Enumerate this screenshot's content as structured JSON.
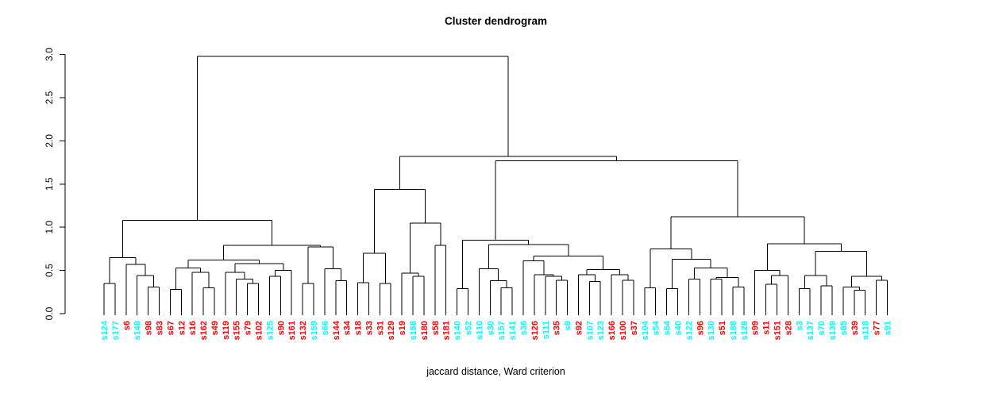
{
  "title": "Cluster dendrogram",
  "caption": "jaccard distance, Ward criterion",
  "colors": {
    "red": "#ff0000",
    "cyan": "#00ffff",
    "line": "#000000"
  },
  "chart_data": {
    "type": "dendrogram",
    "title": "Cluster dendrogram",
    "xlabel": "jaccard distance, Ward criterion",
    "ylabel": "",
    "ylim": [
      0,
      3
    ],
    "y_ticks": [
      {
        "v": 0.0,
        "label": "0.0"
      },
      {
        "v": 0.5,
        "label": "0.5"
      },
      {
        "v": 1.0,
        "label": "1.0"
      },
      {
        "v": 1.5,
        "label": "1.5"
      },
      {
        "v": 2.0,
        "label": "2.0"
      },
      {
        "v": 2.5,
        "label": "2.5"
      },
      {
        "v": 3.0,
        "label": "3.0"
      }
    ],
    "leaves": [
      {
        "label": "s124",
        "color": "cyan"
      },
      {
        "label": "s177",
        "color": "cyan"
      },
      {
        "label": "s6",
        "color": "red"
      },
      {
        "label": "s148",
        "color": "cyan"
      },
      {
        "label": "s98",
        "color": "red"
      },
      {
        "label": "s83",
        "color": "red"
      },
      {
        "label": "s67",
        "color": "red"
      },
      {
        "label": "s12",
        "color": "red"
      },
      {
        "label": "s16",
        "color": "red"
      },
      {
        "label": "s162",
        "color": "red"
      },
      {
        "label": "s49",
        "color": "red"
      },
      {
        "label": "s119",
        "color": "red"
      },
      {
        "label": "s155",
        "color": "red"
      },
      {
        "label": "s79",
        "color": "red"
      },
      {
        "label": "s102",
        "color": "red"
      },
      {
        "label": "s125",
        "color": "cyan"
      },
      {
        "label": "s90",
        "color": "red"
      },
      {
        "label": "s161",
        "color": "red"
      },
      {
        "label": "s132",
        "color": "red"
      },
      {
        "label": "s159",
        "color": "cyan"
      },
      {
        "label": "s66",
        "color": "cyan"
      },
      {
        "label": "s144",
        "color": "red"
      },
      {
        "label": "s34",
        "color": "red"
      },
      {
        "label": "s18",
        "color": "red"
      },
      {
        "label": "s33",
        "color": "red"
      },
      {
        "label": "s31",
        "color": "red"
      },
      {
        "label": "s129",
        "color": "red"
      },
      {
        "label": "s19",
        "color": "red"
      },
      {
        "label": "s158",
        "color": "cyan"
      },
      {
        "label": "s180",
        "color": "red"
      },
      {
        "label": "s58",
        "color": "red"
      },
      {
        "label": "s181",
        "color": "red"
      },
      {
        "label": "s140",
        "color": "cyan"
      },
      {
        "label": "s52",
        "color": "cyan"
      },
      {
        "label": "s110",
        "color": "cyan"
      },
      {
        "label": "s30",
        "color": "cyan"
      },
      {
        "label": "s157",
        "color": "cyan"
      },
      {
        "label": "s141",
        "color": "cyan"
      },
      {
        "label": "s36",
        "color": "cyan"
      },
      {
        "label": "s126",
        "color": "red"
      },
      {
        "label": "s111",
        "color": "cyan"
      },
      {
        "label": "s35",
        "color": "red"
      },
      {
        "label": "s9",
        "color": "cyan"
      },
      {
        "label": "s92",
        "color": "red"
      },
      {
        "label": "s107",
        "color": "cyan"
      },
      {
        "label": "s123",
        "color": "cyan"
      },
      {
        "label": "s166",
        "color": "red"
      },
      {
        "label": "s100",
        "color": "red"
      },
      {
        "label": "s37",
        "color": "red"
      },
      {
        "label": "s104",
        "color": "cyan"
      },
      {
        "label": "s54",
        "color": "cyan"
      },
      {
        "label": "s64",
        "color": "cyan"
      },
      {
        "label": "s40",
        "color": "cyan"
      },
      {
        "label": "s122",
        "color": "cyan"
      },
      {
        "label": "s96",
        "color": "red"
      },
      {
        "label": "s130",
        "color": "cyan"
      },
      {
        "label": "s51",
        "color": "red"
      },
      {
        "label": "s188",
        "color": "cyan"
      },
      {
        "label": "s128",
        "color": "cyan"
      },
      {
        "label": "s99",
        "color": "red"
      },
      {
        "label": "s11",
        "color": "red"
      },
      {
        "label": "s151",
        "color": "red"
      },
      {
        "label": "s28",
        "color": "red"
      },
      {
        "label": "s3",
        "color": "cyan"
      },
      {
        "label": "s137",
        "color": "cyan"
      },
      {
        "label": "s70",
        "color": "cyan"
      },
      {
        "label": "s139",
        "color": "cyan"
      },
      {
        "label": "s85",
        "color": "cyan"
      },
      {
        "label": "s39",
        "color": "red"
      },
      {
        "label": "s118",
        "color": "cyan"
      },
      {
        "label": "s77",
        "color": "red"
      },
      {
        "label": "s91",
        "color": "cyan"
      }
    ],
    "tree": {
      "h": 2.98,
      "c": [
        {
          "h": 1.08,
          "c": [
            {
              "h": 0.65,
              "c": [
                {
                  "h": 0.35,
                  "c": [
                    "s124",
                    "s177"
                  ]
                },
                {
                  "h": 0.57,
                  "c": [
                    "s6",
                    {
                      "h": 0.44,
                      "c": [
                        "s148",
                        {
                          "h": 0.31,
                          "c": [
                            "s98",
                            "s83"
                          ]
                        }
                      ]
                    }
                  ]
                }
              ]
            },
            {
              "h": 0.79,
              "c": [
                {
                  "h": 0.62,
                  "c": [
                    {
                      "h": 0.53,
                      "c": [
                        {
                          "h": 0.28,
                          "c": [
                            "s67",
                            "s12"
                          ]
                        },
                        {
                          "h": 0.48,
                          "c": [
                            "s16",
                            {
                              "h": 0.3,
                              "c": [
                                "s162",
                                "s49"
                              ]
                            }
                          ]
                        }
                      ]
                    },
                    {
                      "h": 0.58,
                      "c": [
                        {
                          "h": 0.48,
                          "c": [
                            "s119",
                            {
                              "h": 0.4,
                              "c": [
                                "s155",
                                {
                                  "h": 0.35,
                                  "c": [
                                    "s79",
                                    "s102"
                                  ]
                                }
                              ]
                            }
                          ]
                        },
                        {
                          "h": 0.5,
                          "c": [
                            {
                              "h": 0.43,
                              "c": [
                                "s125",
                                "s90"
                              ]
                            },
                            "s161"
                          ]
                        }
                      ]
                    }
                  ]
                },
                {
                  "h": 0.77,
                  "c": [
                    {
                      "h": 0.35,
                      "c": [
                        "s132",
                        "s159"
                      ]
                    },
                    {
                      "h": 0.52,
                      "c": [
                        "s66",
                        {
                          "h": 0.38,
                          "c": [
                            "s144",
                            "s34"
                          ]
                        }
                      ]
                    }
                  ]
                }
              ]
            }
          ]
        },
        {
          "h": 1.82,
          "c": [
            {
              "h": 1.44,
              "c": [
                {
                  "h": 0.7,
                  "c": [
                    {
                      "h": 0.36,
                      "c": [
                        "s18",
                        "s33"
                      ]
                    },
                    {
                      "h": 0.35,
                      "c": [
                        "s31",
                        "s129"
                      ]
                    }
                  ]
                },
                {
                  "h": 1.05,
                  "c": [
                    {
                      "h": 0.47,
                      "c": [
                        "s19",
                        {
                          "h": 0.43,
                          "c": [
                            "s158",
                            "s180"
                          ]
                        }
                      ]
                    },
                    {
                      "h": 0.79,
                      "c": [
                        "s58",
                        "s181"
                      ]
                    }
                  ]
                }
              ]
            },
            {
              "h": 1.77,
              "c": [
                {
                  "h": 0.85,
                  "c": [
                    {
                      "h": 0.29,
                      "c": [
                        "s140",
                        "s52"
                      ]
                    },
                    {
                      "h": 0.8,
                      "c": [
                        {
                          "h": 0.52,
                          "c": [
                            "s110",
                            {
                              "h": 0.38,
                              "c": [
                                "s30",
                                {
                                  "h": 0.3,
                                  "c": [
                                    "s157",
                                    "s141"
                                  ]
                                }
                              ]
                            }
                          ]
                        },
                        {
                          "h": 0.665,
                          "c": [
                            {
                              "h": 0.61,
                              "c": [
                                "s36",
                                {
                                  "h": 0.45,
                                  "c": [
                                    "s126",
                                    {
                                      "h": 0.43,
                                      "c": [
                                        "s111",
                                        {
                                          "h": 0.385,
                                          "c": [
                                            "s35",
                                            "s9"
                                          ]
                                        }
                                      ]
                                    }
                                  ]
                                }
                              ]
                            },
                            {
                              "h": 0.51,
                              "c": [
                                {
                                  "h": 0.45,
                                  "c": [
                                    "s92",
                                    {
                                      "h": 0.37,
                                      "c": [
                                        "s107",
                                        "s123"
                                      ]
                                    }
                                  ]
                                },
                                {
                                  "h": 0.45,
                                  "c": [
                                    "s166",
                                    {
                                      "h": 0.385,
                                      "c": [
                                        "s100",
                                        "s37"
                                      ]
                                    }
                                  ]
                                }
                              ]
                            }
                          ]
                        }
                      ]
                    }
                  ]
                },
                {
                  "h": 1.12,
                  "c": [
                    {
                      "h": 0.75,
                      "c": [
                        {
                          "h": 0.3,
                          "c": [
                            "s104",
                            "s54"
                          ]
                        },
                        {
                          "h": 0.63,
                          "c": [
                            {
                              "h": 0.29,
                              "c": [
                                "s64",
                                "s40"
                              ]
                            },
                            {
                              "h": 0.53,
                              "c": [
                                {
                                  "h": 0.4,
                                  "c": [
                                    "s122",
                                    "s96"
                                  ]
                                },
                                {
                                  "h": 0.42,
                                  "c": [
                                    {
                                      "h": 0.4,
                                      "c": [
                                        "s130",
                                        "s51"
                                      ]
                                    },
                                    {
                                      "h": 0.31,
                                      "c": [
                                        "s188",
                                        "s128"
                                      ]
                                    }
                                  ]
                                }
                              ]
                            }
                          ]
                        }
                      ]
                    },
                    {
                      "h": 0.81,
                      "c": [
                        {
                          "h": 0.5,
                          "c": [
                            "s99",
                            {
                              "h": 0.44,
                              "c": [
                                {
                                  "h": 0.34,
                                  "c": [
                                    "s11",
                                    "s151"
                                  ]
                                },
                                "s28"
                              ]
                            }
                          ]
                        },
                        {
                          "h": 0.72,
                          "c": [
                            {
                              "h": 0.44,
                              "c": [
                                {
                                  "h": 0.29,
                                  "c": [
                                    "s3",
                                    "s137"
                                  ]
                                },
                                {
                                  "h": 0.32,
                                  "c": [
                                    "s70",
                                    "s139"
                                  ]
                                }
                              ]
                            },
                            {
                              "h": 0.43,
                              "c": [
                                {
                                  "h": 0.31,
                                  "c": [
                                    "s85",
                                    {
                                      "h": 0.27,
                                      "c": [
                                        "s39",
                                        "s118"
                                      ]
                                    }
                                  ]
                                },
                                {
                                  "h": 0.385,
                                  "c": [
                                    "s77",
                                    "s91"
                                  ]
                                }
                              ]
                            }
                          ]
                        }
                      ]
                    }
                  ]
                }
              ]
            }
          ]
        }
      ]
    }
  }
}
